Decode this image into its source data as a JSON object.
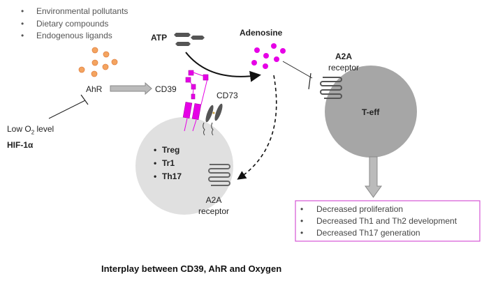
{
  "ligand_sources": [
    "Environmental pollutants",
    "Dietary compounds",
    "Endogenous ligands"
  ],
  "labels": {
    "atp": "ATP",
    "adenosine": "Adenosine",
    "ahr": "AhR",
    "cd39": "CD39",
    "cd73": "CD73",
    "a2a_top_1": "A2A",
    "a2a_top_2": "receptor",
    "a2a_bottom_1": "A2A",
    "a2a_bottom_2": "receptor",
    "teff": "T-eff",
    "low_o2_prefix": "Low O",
    "low_o2_sub": "2",
    "low_o2_suffix": " level",
    "hif": "HIF-1α"
  },
  "regulatory_cells": [
    "Treg",
    "Tr1",
    "Th17"
  ],
  "effects": [
    "Decreased proliferation",
    "Decreased Th1 and Th2 development",
    "Decreased Th17 generation"
  ],
  "caption": "Interplay between CD39, AhR and Oxygen",
  "colors": {
    "magenta": "#e600e6",
    "orange": "#f4a460",
    "teff": "#a6a6a6",
    "treg_cell": "#e0e0e0",
    "box_border": "#d455d4"
  }
}
